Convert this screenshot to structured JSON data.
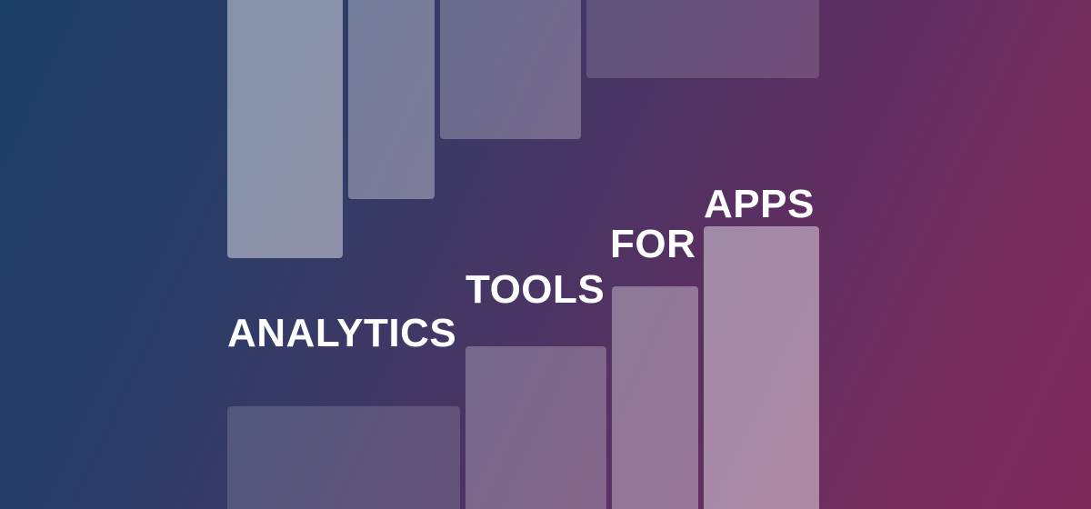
{
  "headline": {
    "words": [
      "ANALYTICS",
      "TOOLS",
      "FOR",
      "APPS"
    ]
  },
  "colors": {
    "gradient_start": "#1c3e66",
    "gradient_mid": "#433765",
    "gradient_end": "#7c2a5a",
    "text": "#ffffff"
  }
}
